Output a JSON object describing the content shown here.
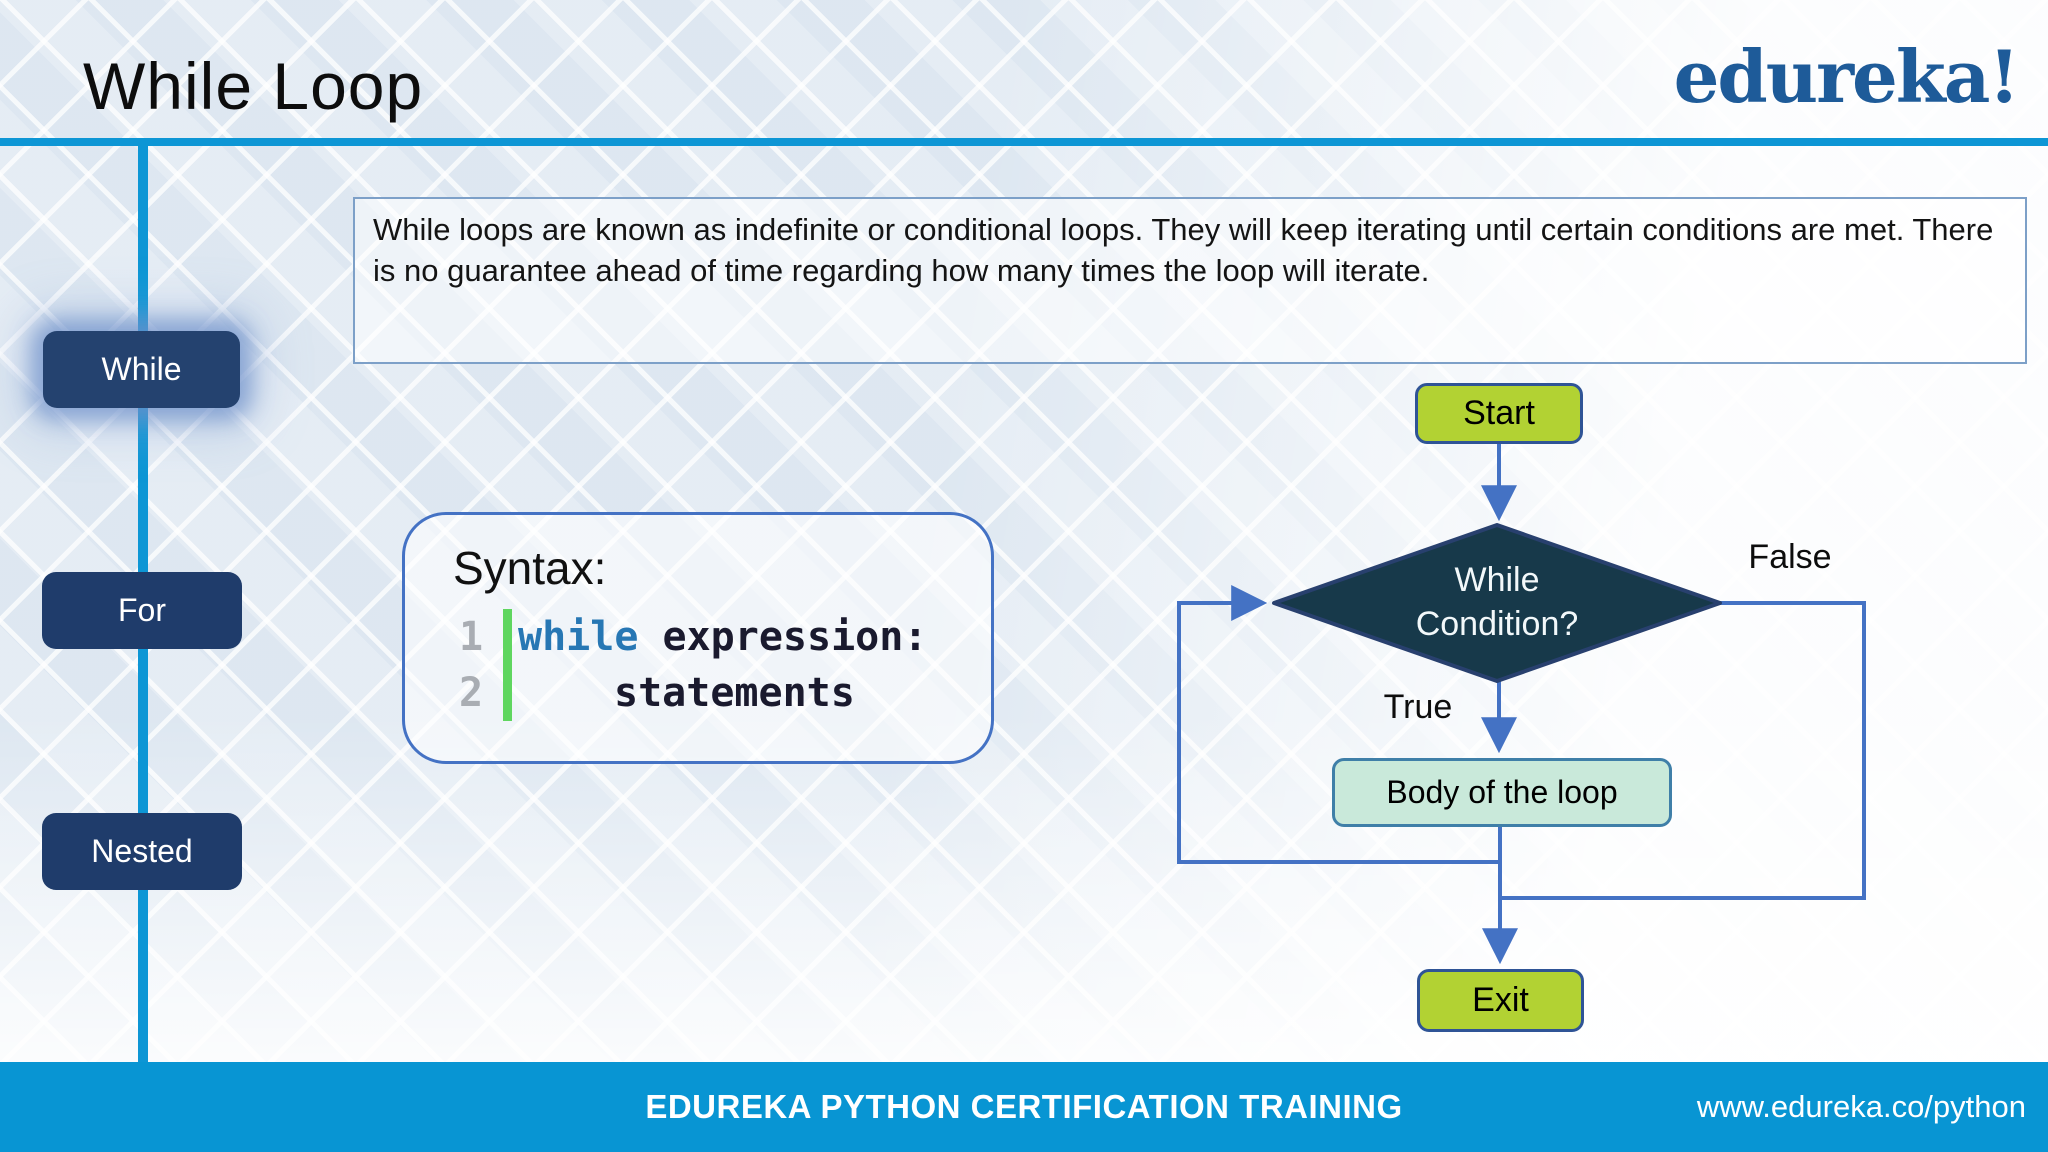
{
  "slide": {
    "title": "While Loop",
    "logo_text": "edureka!"
  },
  "sidebar": {
    "items": [
      {
        "label": "While",
        "active": true
      },
      {
        "label": "For",
        "active": false
      },
      {
        "label": "Nested",
        "active": false
      }
    ]
  },
  "description": {
    "text": "While loops are known as indefinite or conditional loops. They will keep iterating until certain conditions are met. There is no guarantee ahead of time regarding how many times the loop will iterate."
  },
  "syntax": {
    "heading": "Syntax:",
    "lines": [
      {
        "number": "1",
        "keyword": "while",
        "rest": " expression:"
      },
      {
        "number": "2",
        "code": "statements"
      }
    ]
  },
  "flowchart": {
    "start_label": "Start",
    "condition_line1": "While",
    "condition_line2": "Condition?",
    "false_label": "False",
    "true_label": "True",
    "body_label": "Body of the loop",
    "exit_label": "Exit",
    "colors": {
      "terminal_fill": "#b2d233",
      "terminal_border": "#2f5496",
      "condition_fill": "#17394a",
      "condition_border": "#28406e",
      "body_fill": "#c9e9da",
      "connector": "#4472c4"
    }
  },
  "footer": {
    "center_text": "EDUREKA PYTHON CERTIFICATION TRAINING",
    "right_text": "www.edureka.co/python"
  },
  "theme": {
    "accent_blue": "#0d96d5",
    "navy": "#1f3c6b",
    "logo_blue": "#1e5b99"
  }
}
